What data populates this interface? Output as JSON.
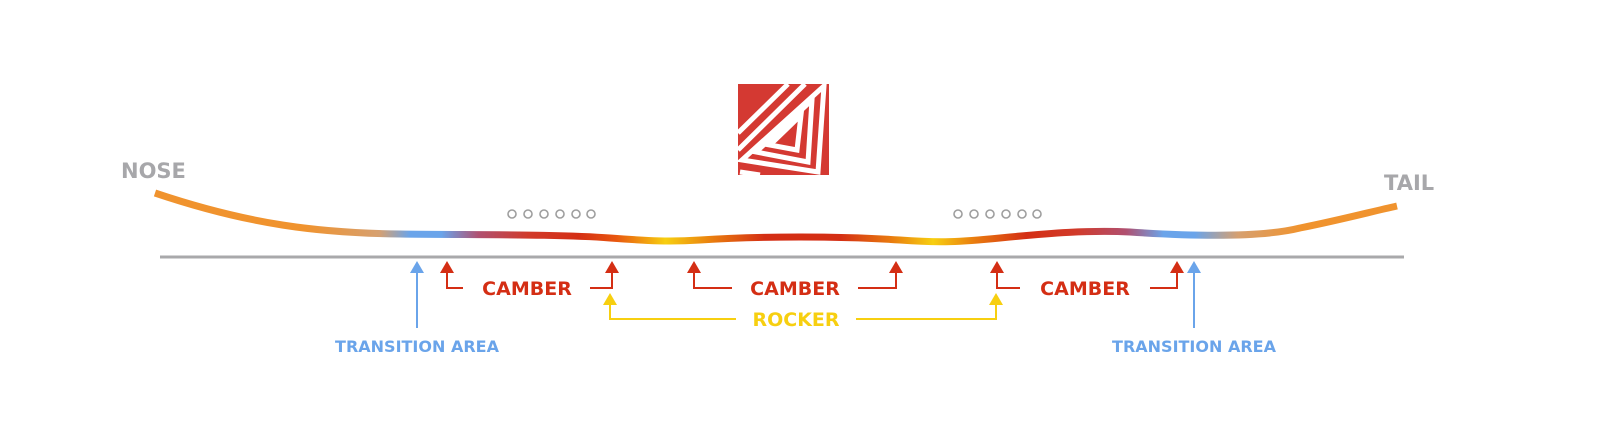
{
  "title": "Snowboard camber/rocker profile diagram",
  "labels": {
    "nose": "NOSE",
    "tail": "TAIL",
    "camber": "CAMBER",
    "rocker": "ROCKER",
    "transition": "TRANSITION AREA"
  },
  "colors": {
    "board_end": "#f0932e",
    "transition": "#6aa4ea",
    "camber": "#d42e14",
    "rocker": "#f7cf10",
    "label_grey": "#a7a7aa",
    "baseline": "#a9a9ab",
    "logo_red": "#d43932",
    "insert_grey": "#9e9e9e"
  },
  "inserts": {
    "count_per_group": 6,
    "groups": 2
  },
  "zones": [
    "nose",
    "transition",
    "camber",
    "rocker",
    "camber",
    "rocker",
    "camber",
    "transition",
    "tail"
  ]
}
